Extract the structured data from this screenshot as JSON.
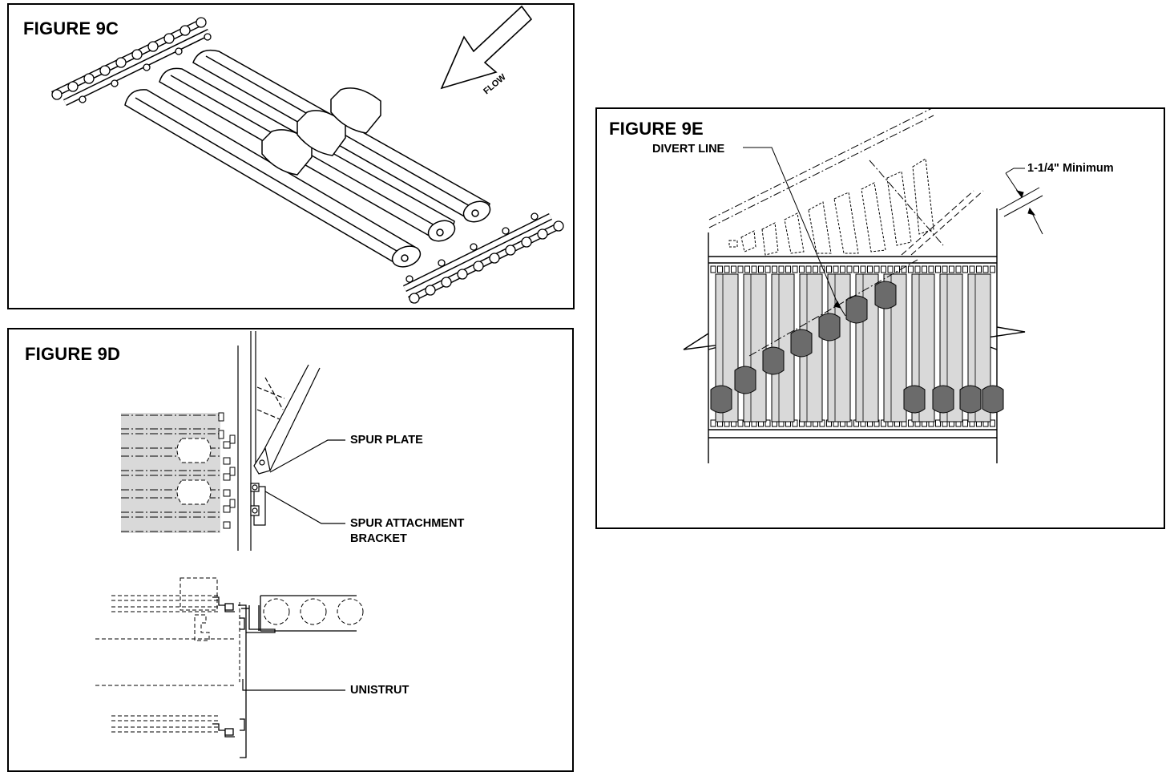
{
  "figures": {
    "fig9c": {
      "title": "FIGURE 9C",
      "flow_label": "FLOW"
    },
    "fig9d": {
      "title": "FIGURE 9D",
      "callouts": {
        "spur_plate": "SPUR PLATE",
        "spur_bracket_line1": "SPUR ATTACHMENT",
        "spur_bracket_line2": "BRACKET",
        "unistrut": "UNISTRUT"
      }
    },
    "fig9e": {
      "title": "FIGURE 9E",
      "callouts": {
        "divert_line": "DIVERT LINE",
        "minimum": "1-1/4\" Minimum"
      }
    }
  },
  "colors": {
    "line": "#000000",
    "shade": "#d9d9d9",
    "shoe": "#6b6b6b",
    "background": "#ffffff"
  }
}
